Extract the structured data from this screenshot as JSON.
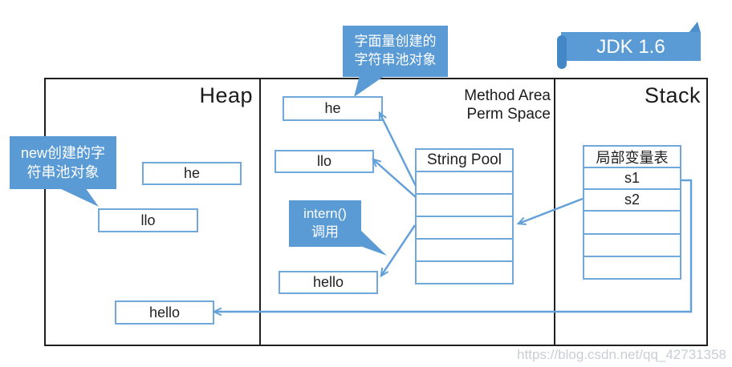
{
  "diagram": {
    "ribbon": {
      "label": "JDK 1.6"
    },
    "regions": {
      "heap_label": "Heap",
      "method_area_label_line1": "Method Area",
      "method_area_label_line2": "Perm Space",
      "stack_label": "Stack"
    },
    "callouts": {
      "literal_line1": "字面量创建的",
      "literal_line2": "字符串池对象",
      "new_line1": "new创建的字",
      "new_line2": "符串池对象",
      "intern_line1": "intern()",
      "intern_line2": "调用"
    },
    "heap": {
      "box_he": "he",
      "box_llo": "llo",
      "box_hello": "hello"
    },
    "method_area": {
      "box_he": "he",
      "box_llo": "llo",
      "box_hello": "hello",
      "string_pool_header": "String Pool",
      "string_pool_empty_rows": 5
    },
    "stack": {
      "local_var_header": "局部变量表",
      "var1": "s1",
      "var2": "s2",
      "empty_rows": 3
    },
    "watermark": "https://blog.csdn.net/qq_42731358",
    "colors": {
      "accent_blue": "#5b9bd5",
      "arrow_blue": "#64a1d8",
      "box_border_blue": "#71a8dc",
      "line_black": "#1f1f1f",
      "watermark_gray": "#c9ced6"
    }
  }
}
